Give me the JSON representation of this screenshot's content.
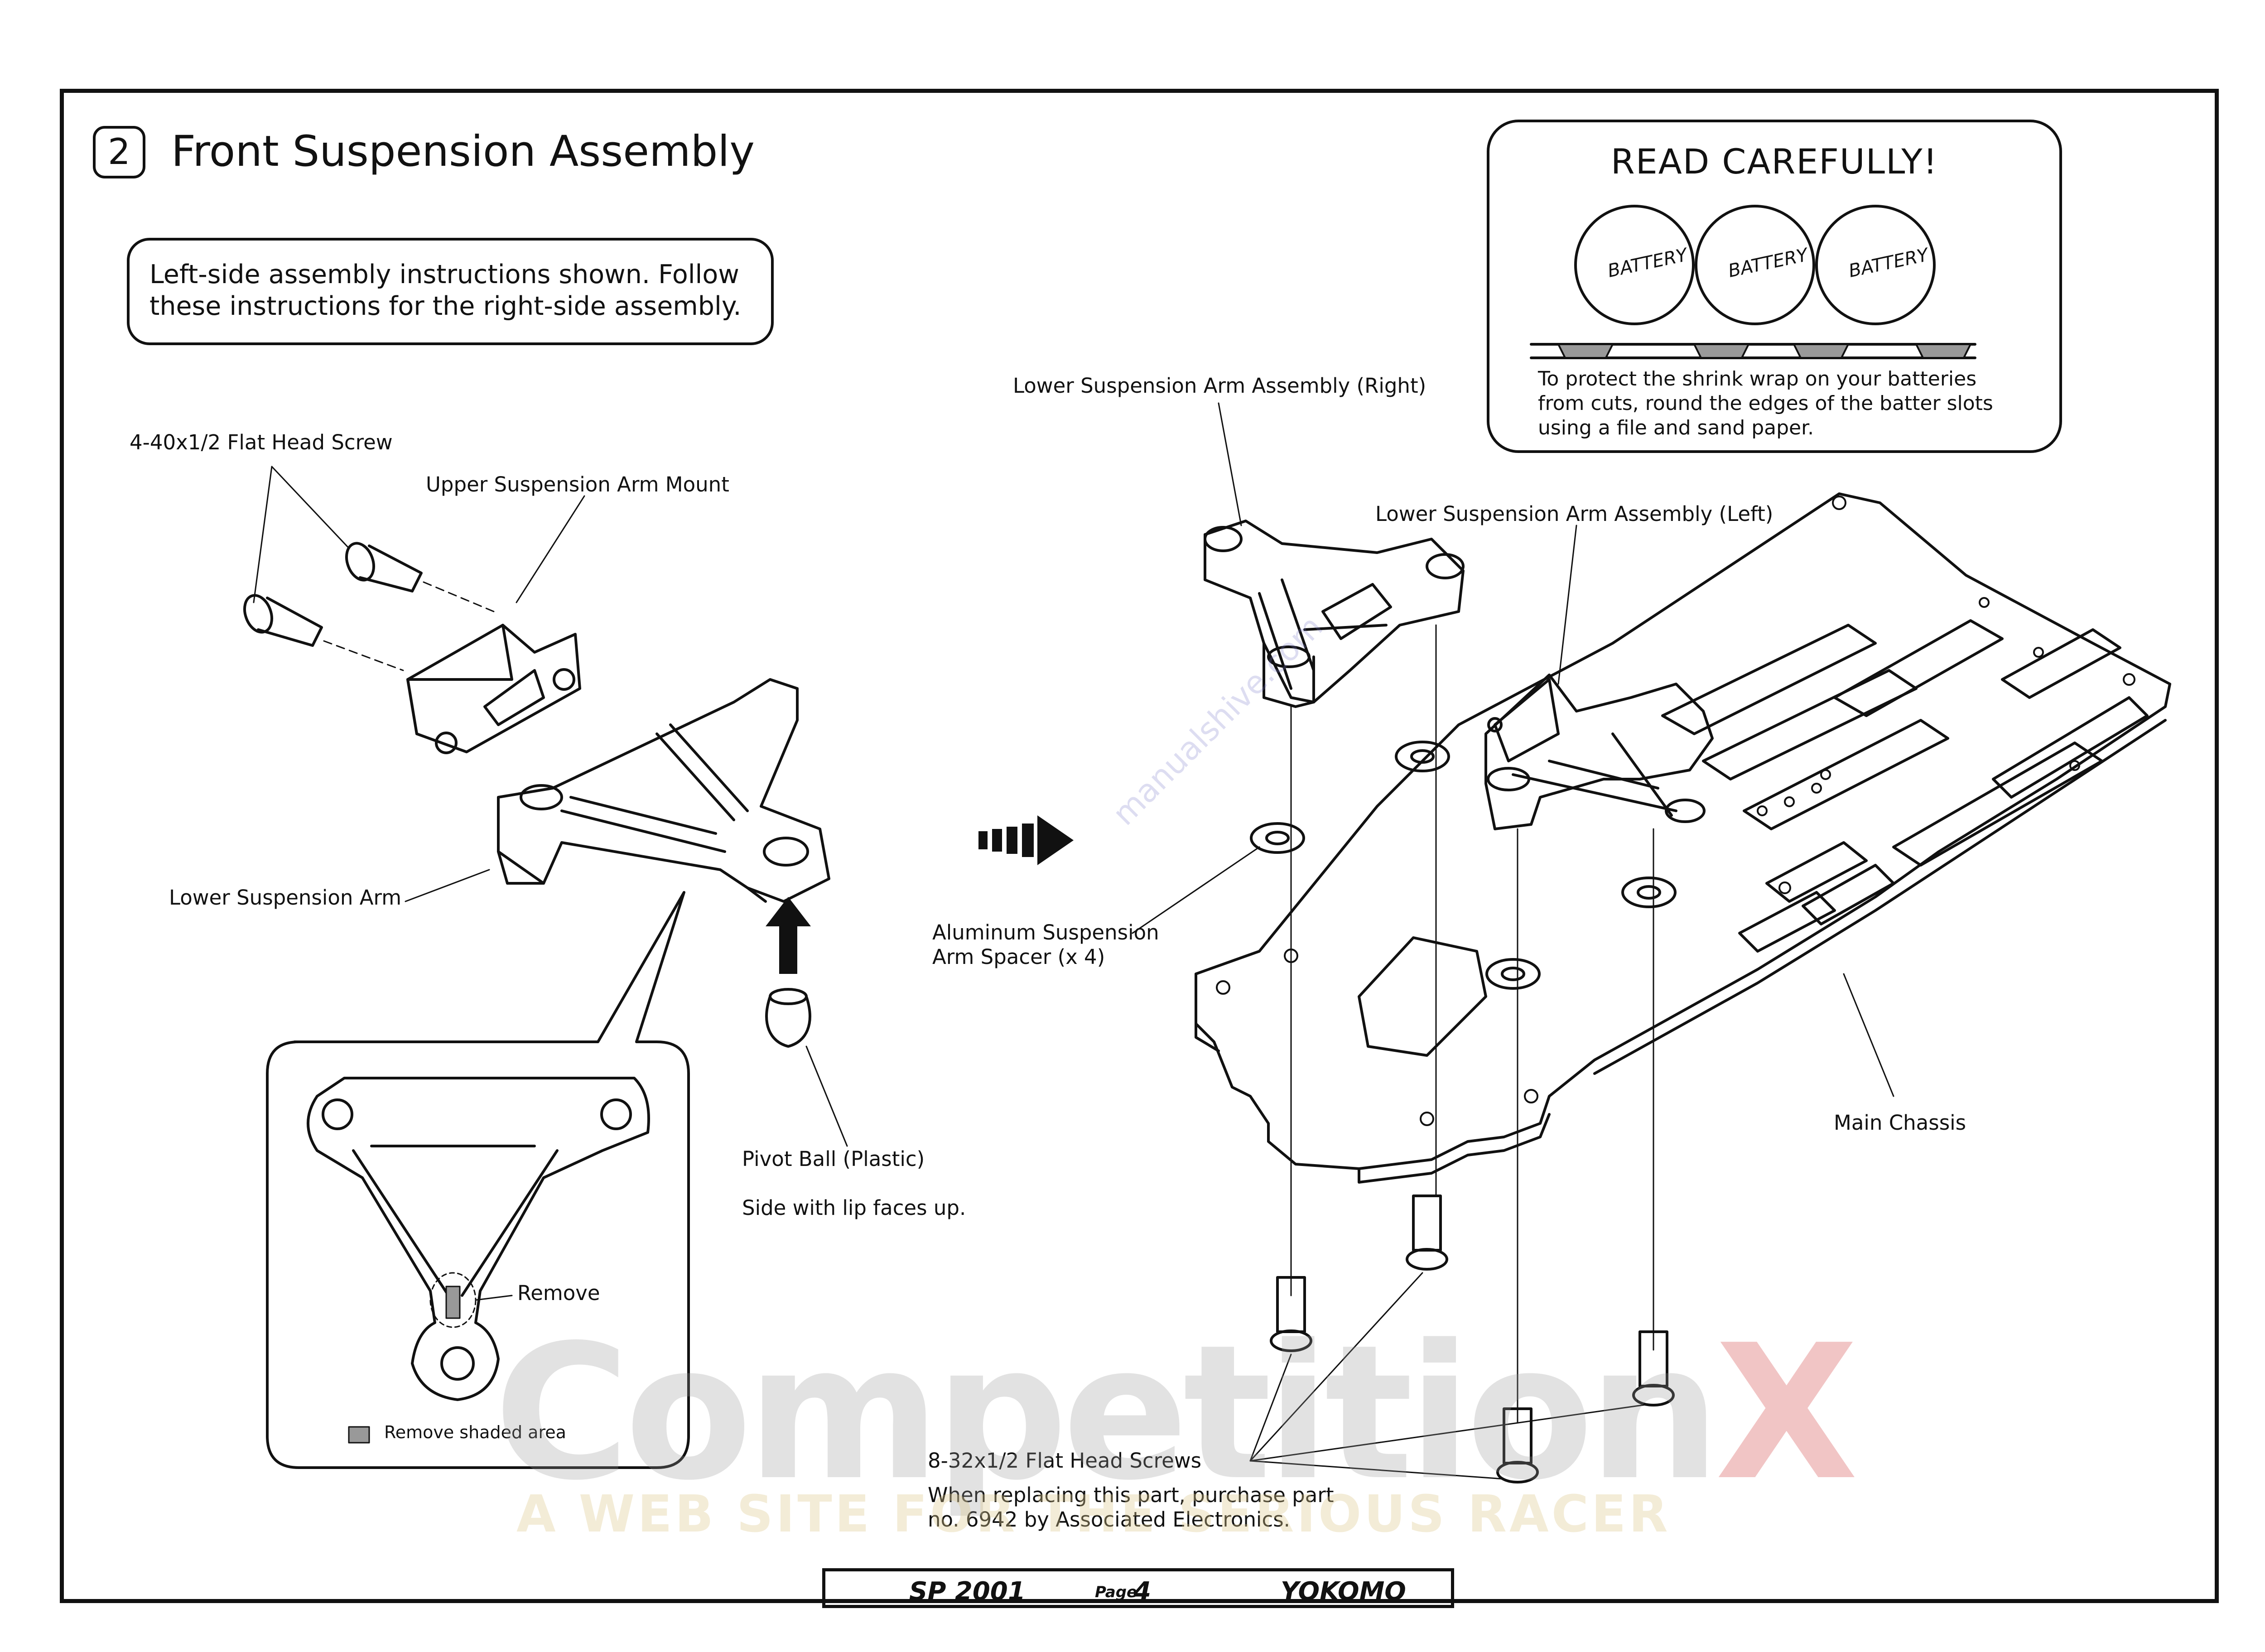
{
  "step": {
    "number": "2",
    "title": "Front Suspension Assembly"
  },
  "note": {
    "line1": "Left-side assembly instructions shown.  Follow",
    "line2": "these instructions for the right-side assembly."
  },
  "read_carefully": {
    "title": "READ CAREFULLY!",
    "battery_label": "BATTERY",
    "text_line1": "To protect the shrink wrap on your batteries",
    "text_line2": "from cuts, round the edges of the batter slots",
    "text_line3": "using a file and sand paper."
  },
  "labels": {
    "flat_head_screw": "4-40x1/2 Flat Head Screw",
    "upper_mount": "Upper Suspension Arm Mount",
    "lower_arm": "Lower Suspension Arm",
    "pivot_ball": "Pivot Ball (Plastic)",
    "lip_note": "Side with lip faces up.",
    "remove": "Remove",
    "remove_shaded": "Remove shaded area",
    "lower_arm_right": "Lower Suspension Arm Assembly (Right)",
    "lower_arm_left": "Lower Suspension Arm Assembly (Left)",
    "spacer_line1": "Aluminum Suspension",
    "spacer_line2": "Arm Spacer (x 4)",
    "main_chassis": "Main Chassis",
    "flat_head_screws_832": "8-32x1/2 Flat Head Screws",
    "replace_line1": "When replacing this part, purchase part",
    "replace_line2": "no. 6942 by Associated Electronics."
  },
  "footer": {
    "model": "SP 2001",
    "page_label": "Page",
    "page_number": "4",
    "brand": "YOKOMO"
  },
  "watermark": {
    "main": "Competition",
    "x": "X",
    "sub": "A WEB SITE FOR THE SERIOUS RACER",
    "manuals": "manualshive.com"
  }
}
